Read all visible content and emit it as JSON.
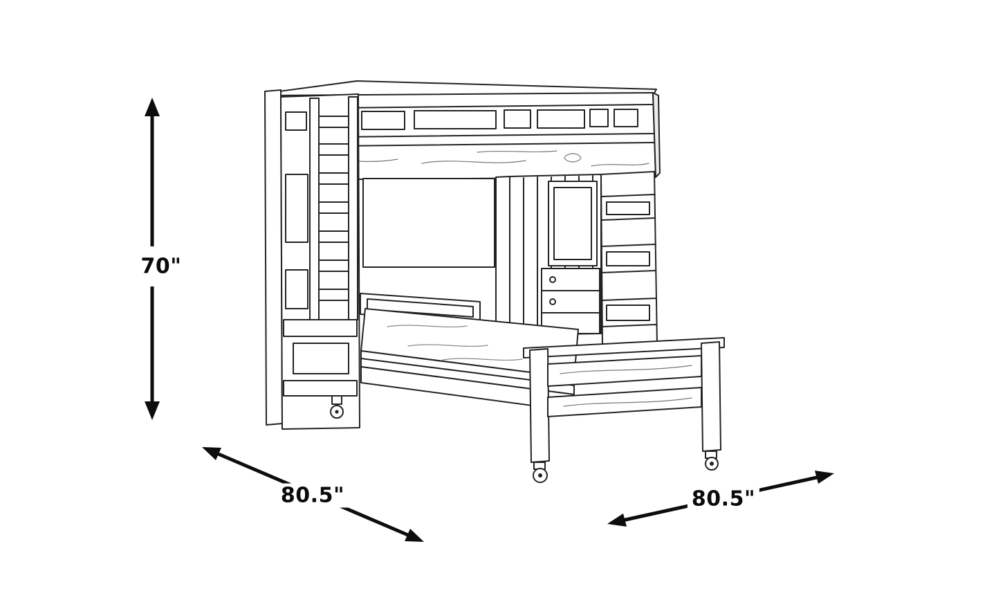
{
  "diagram": {
    "labels": {
      "height": "70\"",
      "depth_left": "80.5\"",
      "width_right": "80.5\""
    },
    "colors": {
      "line": "#222222",
      "arrow": "#0d0d0d",
      "background": "#ffffff"
    },
    "subject": "loft-bunk-bed-with-chest-and-twin-bed"
  }
}
